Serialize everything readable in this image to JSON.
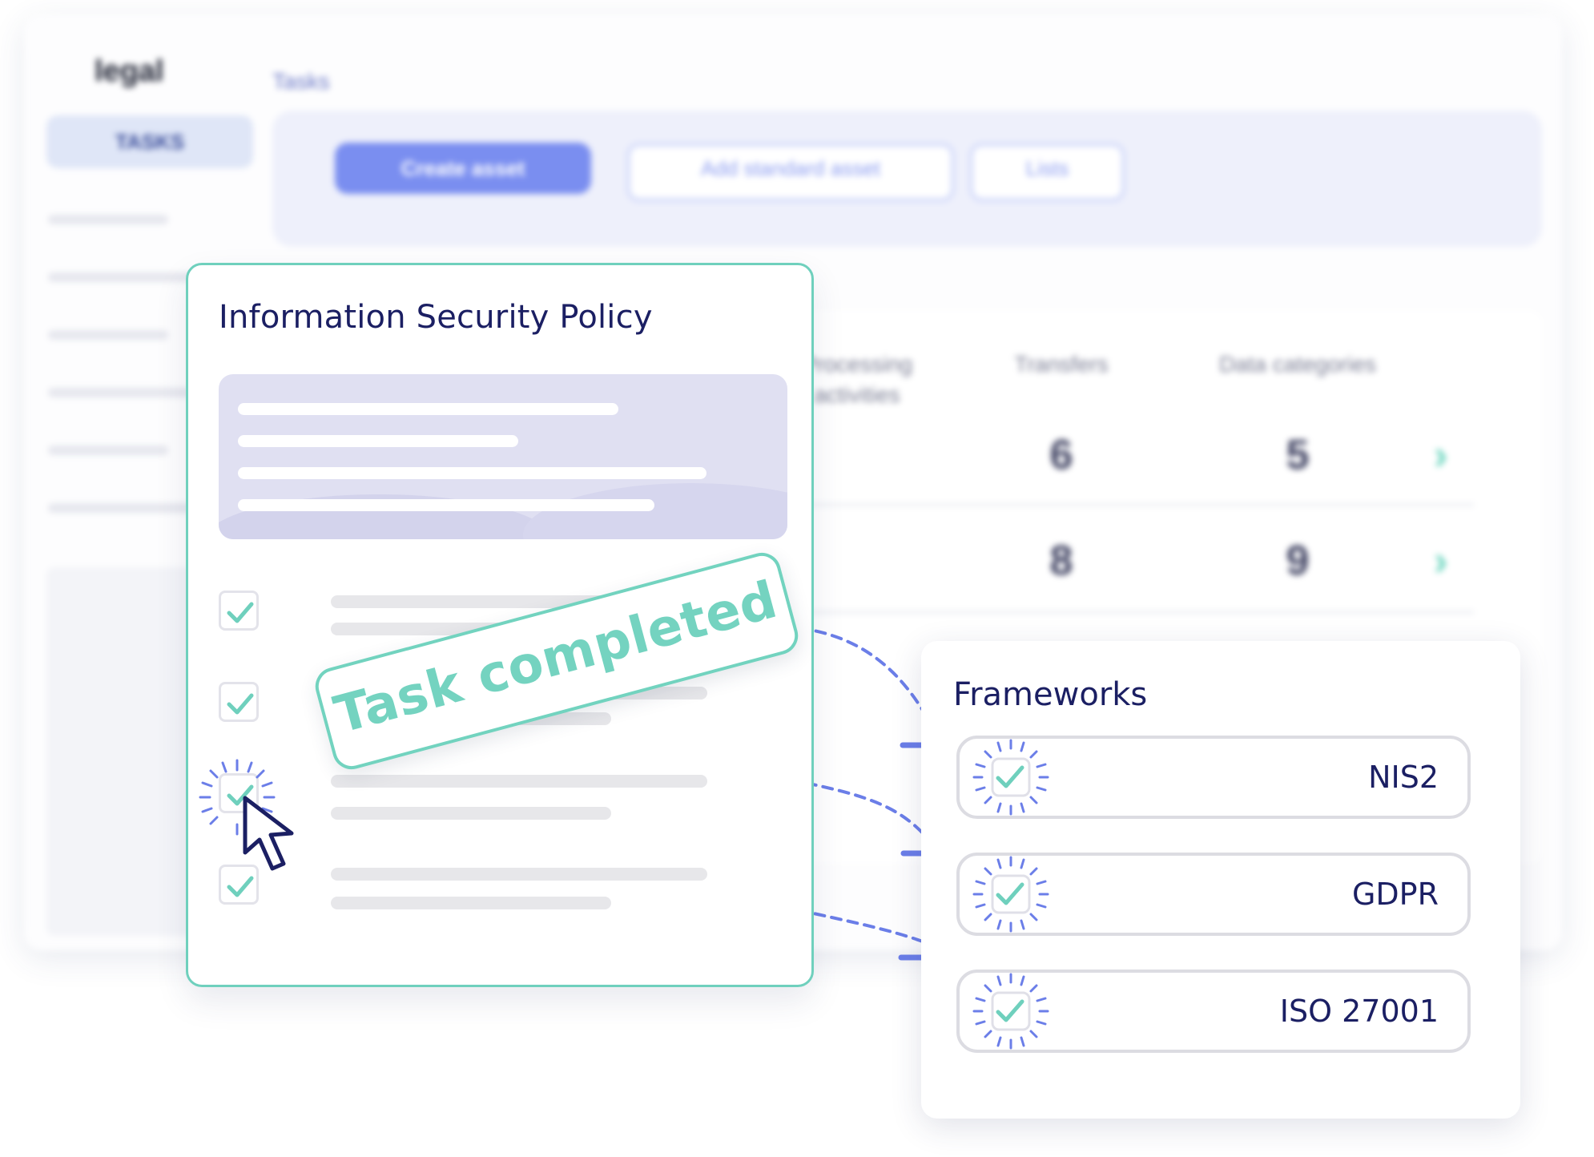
{
  "background_app": {
    "logo": "legal",
    "breadcrumb": "Tasks",
    "sidebar_active": "TASKS",
    "buttons": [
      "Create asset",
      "Add standard asset",
      "Lists"
    ],
    "table_headers": [
      "Processing activities",
      "Transfers",
      "Data categories"
    ],
    "rows": [
      {
        "transfers": "6",
        "data_categories": "5"
      },
      {
        "transfers": "8",
        "data_categories": "9"
      }
    ]
  },
  "policy": {
    "title": "Information Security Policy"
  },
  "stamp": {
    "text": "Task completed"
  },
  "frameworks": {
    "title": "Frameworks",
    "items": [
      {
        "label": "NIS2"
      },
      {
        "label": "GDPR"
      },
      {
        "label": "ISO 27001"
      }
    ]
  },
  "colors": {
    "accent_teal": "#72d3bf",
    "accent_blue": "#6b7ee8",
    "navy": "#1b1f63"
  },
  "icons": [
    "check-icon",
    "sparkle-icon",
    "cursor-icon",
    "chevron-right-icon"
  ]
}
